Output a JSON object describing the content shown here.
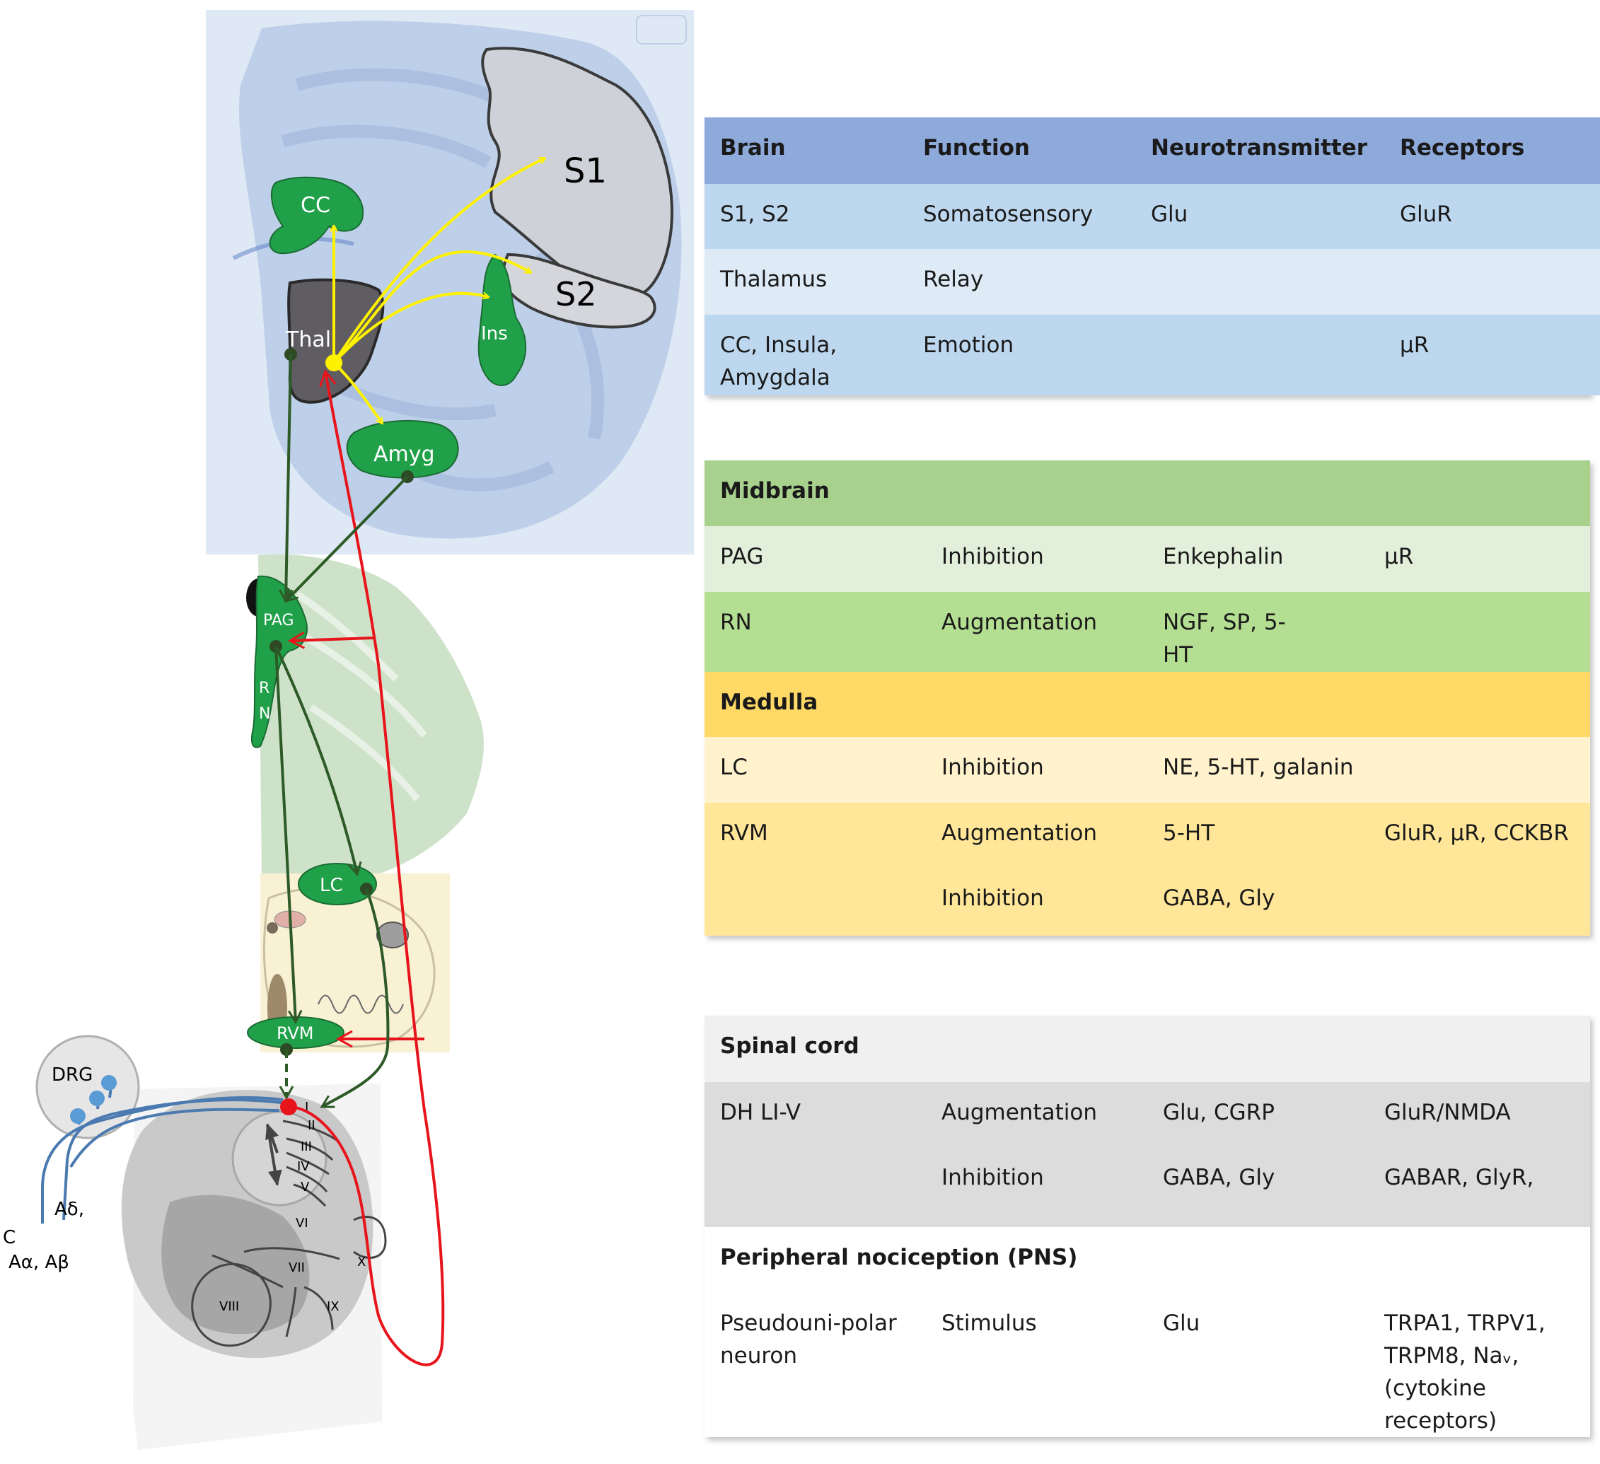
{
  "diagram_labels": {
    "s1": "S1",
    "s2": "S2",
    "cc": "CC",
    "thal": "Thal",
    "ins": "Ins",
    "amyg": "Amyg",
    "pag": "PAG",
    "rn_r": "R",
    "rn_n": "N",
    "lc": "LC",
    "rvm": "RVM",
    "drg": "DRG",
    "fiber_a_delta": "Aδ,",
    "fiber_c": "C",
    "fiber_a_alpha_beta": "Aα, Aβ",
    "laminae": [
      "I",
      "II",
      "III",
      "IV",
      "V",
      "VI",
      "VII",
      "VIII",
      "IX",
      "X"
    ]
  },
  "colors": {
    "brain_bg": "#d3e0f2",
    "region_green": "#21a04a",
    "thal_dark": "#605d62",
    "path_yellow": "#fff200",
    "path_red": "#e8141c",
    "path_green": "#2d5a27",
    "neuron_blue": "#5b9bd5"
  },
  "tables": {
    "brain": {
      "header": [
        "Brain",
        "Function",
        "Neurotransmitter",
        "Receptors"
      ],
      "rows": [
        [
          "S1, S2",
          "Somatosensory",
          "Glu",
          "GluR"
        ],
        [
          "Thalamus",
          "Relay",
          "",
          ""
        ],
        [
          "CC, Insula, Amygdala",
          "Emotion",
          "",
          "μR"
        ]
      ]
    },
    "midbrain": {
      "header": "Midbrain",
      "rows": [
        [
          "PAG",
          "Inhibition",
          "Enkephalin",
          "μR"
        ],
        [
          "RN",
          "Augmentation",
          "NGF, SP, 5-HT",
          ""
        ]
      ]
    },
    "medulla": {
      "header": "Medulla",
      "rows": [
        [
          "LC",
          "Inhibition",
          "NE, 5-HT, galanin",
          ""
        ],
        [
          "RVM",
          "Augmentation",
          "5-HT",
          "GluR, μR,  CCKBR"
        ],
        [
          "",
          "Inhibition",
          "GABA, Gly",
          ""
        ]
      ]
    },
    "spinal": {
      "header": "Spinal cord",
      "rows": [
        [
          "DH LI-V",
          "Augmentation",
          "Glu, CGRP",
          "GluR/NMDA"
        ],
        [
          "",
          "Inhibition",
          "GABA, Gly",
          "GABAR, GlyR,"
        ]
      ]
    },
    "pns": {
      "header": "Peripheral nociception (PNS)",
      "rows": [
        [
          "Pseudouni-polar neuron",
          "Stimulus",
          "Glu",
          "TRPA1, TRPV1, TRPM8, Naᵥ, (cytokine receptors)"
        ]
      ]
    }
  }
}
